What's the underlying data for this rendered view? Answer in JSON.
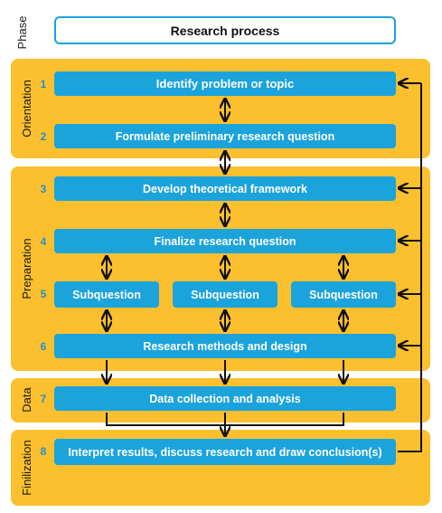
{
  "header": {
    "phase_label": "Phase",
    "title": "Research process"
  },
  "phases": [
    {
      "label": "Orientation"
    },
    {
      "label": "Preparation"
    },
    {
      "label": "Data"
    },
    {
      "label": "Finilization"
    }
  ],
  "steps": [
    {
      "number": "1",
      "label": "Identify problem or topic"
    },
    {
      "number": "2",
      "label": "Formulate preliminary research question"
    },
    {
      "number": "3",
      "label": "Develop theoretical framework"
    },
    {
      "number": "4",
      "label": "Finalize research question"
    },
    {
      "number": "5",
      "subquestions": [
        "Subquestion",
        "Subquestion",
        "Subquestion"
      ]
    },
    {
      "number": "6",
      "label": "Research methods and design"
    },
    {
      "number": "7",
      "label": "Data collection and analysis"
    },
    {
      "number": "8",
      "label": "Interpret results, discuss research and draw conclusion(s)"
    }
  ],
  "colors": {
    "phase_band": "#fcc02e",
    "step_box": "#1ba3dc",
    "step_number": "#1e8fd0",
    "arrow": "#111111"
  }
}
